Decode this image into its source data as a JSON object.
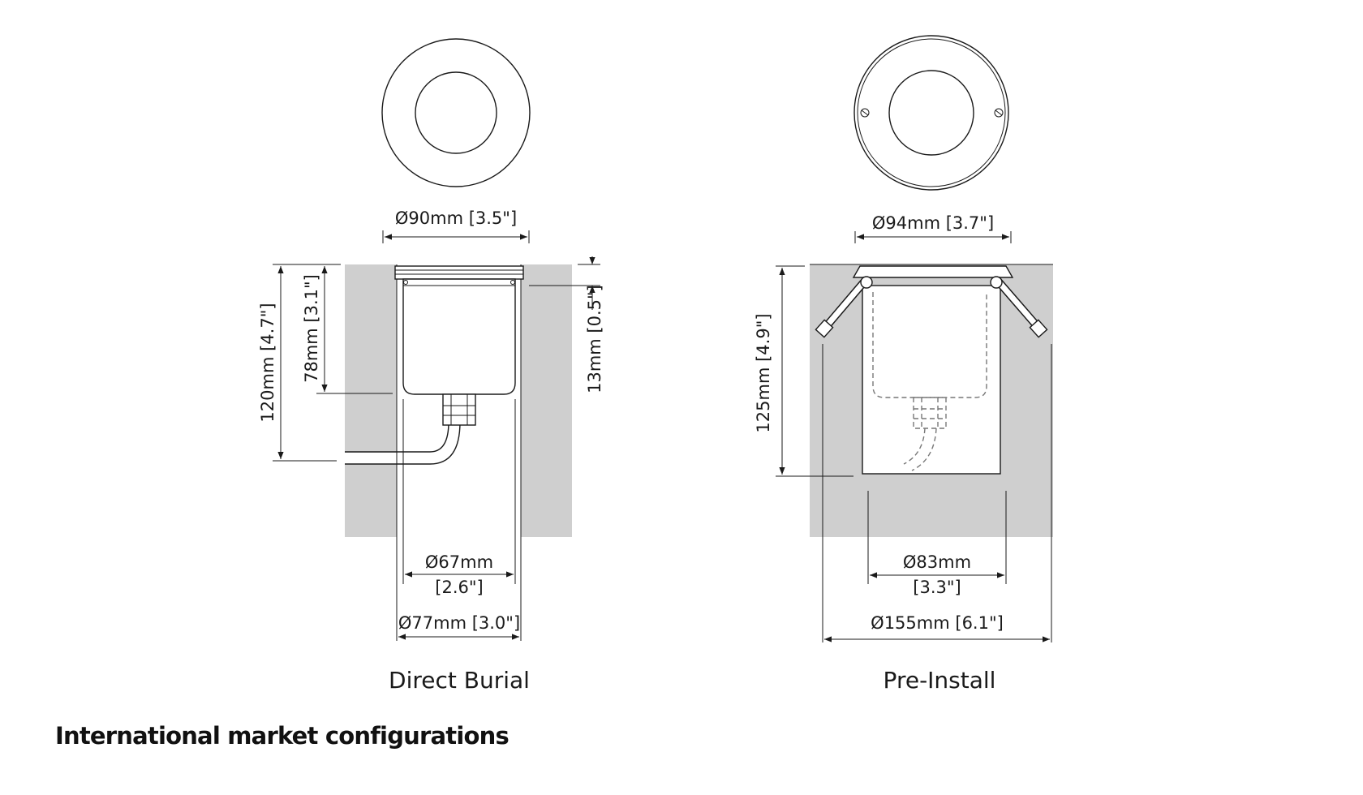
{
  "direct_burial": {
    "caption": "Direct Burial",
    "top_diameter": "Ø90mm [3.5\"]",
    "total_height": "120mm [4.7\"]",
    "body_height": "78mm [3.1\"]",
    "flange_depth": "13mm [0.5\"]",
    "body_diameter_mm": "Ø67mm",
    "body_diameter_in": "[2.6\"]",
    "hole_diameter": "Ø77mm [3.0\"]"
  },
  "pre_install": {
    "caption": "Pre-Install",
    "top_diameter": "Ø94mm [3.7\"]",
    "total_height": "125mm [4.9\"]",
    "sleeve_diameter_mm": "Ø83mm",
    "sleeve_diameter_in": "[3.3\"]",
    "hole_diameter": "Ø155mm [6.1\"]"
  },
  "section_title": "International market configurations"
}
